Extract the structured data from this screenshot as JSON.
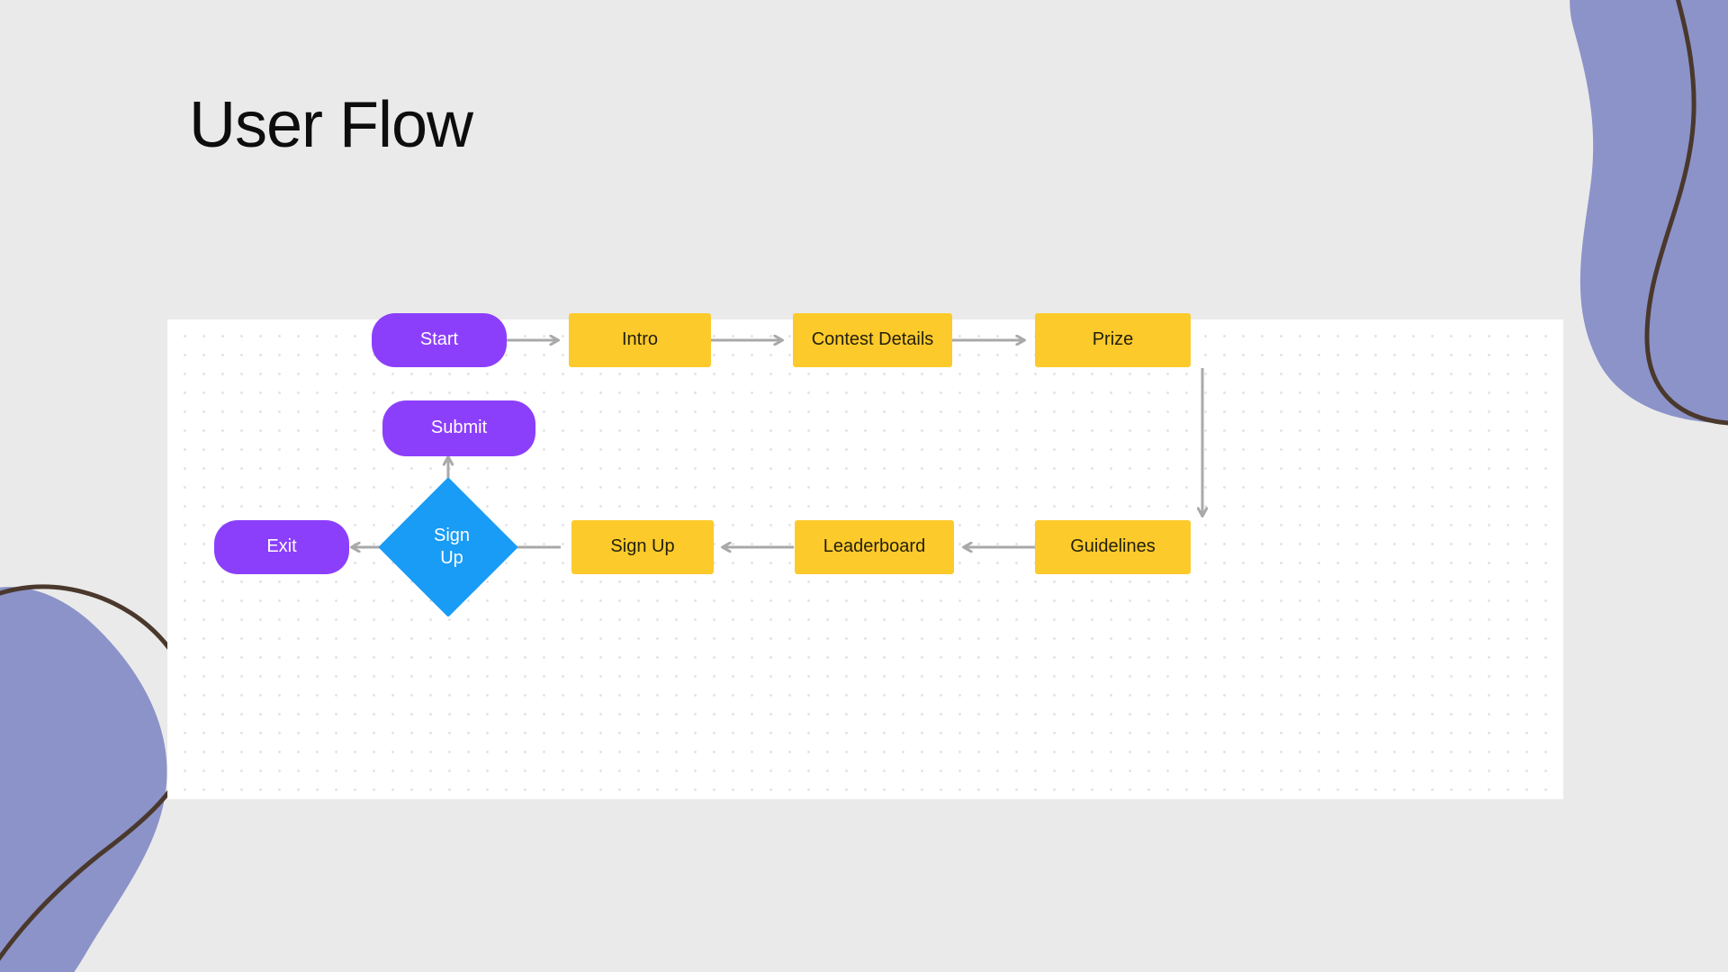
{
  "slide": {
    "title": "User Flow",
    "background_color": "#eaeaea",
    "canvas_background": "#ffffff",
    "dot_grid_color": "#e3e3e3"
  },
  "palette": {
    "purple_node": "#8c3ffb",
    "yellow_node": "#fcca2b",
    "blue_diamond": "#199cf5",
    "connector_gray": "#a9a9a9",
    "blob_purple": "#8b93c9",
    "blob_outline_brown": "#4a382c",
    "title_color": "#0d0d0d"
  },
  "chart_data": {
    "type": "diagram",
    "title": "User Flow",
    "nodes": [
      {
        "id": "start",
        "label": "Start",
        "shape": "pill",
        "color": "#8c3ffb",
        "row": 1,
        "order": 1
      },
      {
        "id": "intro",
        "label": "Intro",
        "shape": "rect",
        "color": "#fcca2b",
        "row": 1,
        "order": 2
      },
      {
        "id": "contest",
        "label": "Contest Details",
        "shape": "rect",
        "color": "#fcca2b",
        "row": 1,
        "order": 3
      },
      {
        "id": "prize",
        "label": "Prize",
        "shape": "rect",
        "color": "#fcca2b",
        "row": 1,
        "order": 4
      },
      {
        "id": "submit",
        "label": "Submit",
        "shape": "pill",
        "color": "#8c3ffb",
        "row": 2,
        "order": 1
      },
      {
        "id": "exit",
        "label": "Exit",
        "shape": "pill",
        "color": "#8c3ffb",
        "row": 3,
        "order": 1
      },
      {
        "id": "decision",
        "label": "Sign Up",
        "shape": "diamond",
        "color": "#199cf5",
        "row": 3,
        "order": 2
      },
      {
        "id": "signup",
        "label": "Sign Up",
        "shape": "rect",
        "color": "#fcca2b",
        "row": 3,
        "order": 3
      },
      {
        "id": "leader",
        "label": "Leaderboard",
        "shape": "rect",
        "color": "#fcca2b",
        "row": 3,
        "order": 4
      },
      {
        "id": "guide",
        "label": "Guidelines",
        "shape": "rect",
        "color": "#fcca2b",
        "row": 3,
        "order": 5
      }
    ],
    "edges": [
      {
        "from": "start",
        "to": "intro",
        "direction": "right"
      },
      {
        "from": "intro",
        "to": "contest",
        "direction": "right"
      },
      {
        "from": "contest",
        "to": "prize",
        "direction": "right"
      },
      {
        "from": "prize",
        "to": "guide",
        "direction": "down"
      },
      {
        "from": "guide",
        "to": "leader",
        "direction": "left"
      },
      {
        "from": "leader",
        "to": "signup",
        "direction": "left"
      },
      {
        "from": "signup",
        "to": "decision",
        "direction": "left"
      },
      {
        "from": "decision",
        "to": "exit",
        "direction": "left"
      },
      {
        "from": "decision",
        "to": "submit",
        "direction": "up"
      }
    ]
  },
  "nodes": {
    "start": "Start",
    "intro": "Intro",
    "contest": "Contest Details",
    "prize": "Prize",
    "submit": "Submit",
    "exit": "Exit",
    "decision_line1": "Sign",
    "decision_line2": "Up",
    "signup": "Sign Up",
    "leaderboard": "Leaderboard",
    "guidelines": "Guidelines"
  }
}
